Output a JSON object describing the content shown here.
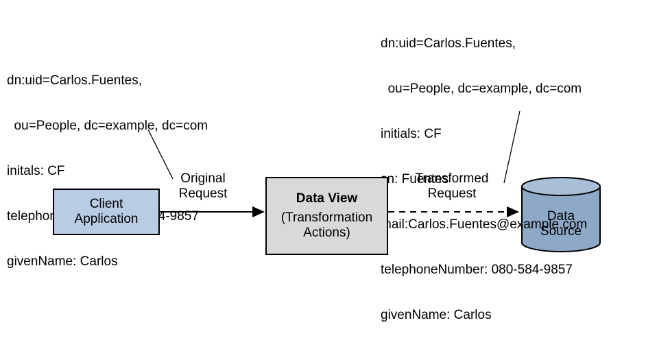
{
  "original_entry": {
    "lines": [
      "dn:uid=Carlos.Fuentes,",
      "  ou=People, dc=example, dc=com",
      "initals: CF",
      "telephoneNumber: 080-584-9857",
      "givenName: Carlos"
    ]
  },
  "transformed_entry": {
    "lines": [
      "dn:uid=Carlos.Fuentes,",
      "  ou=People, dc=example, dc=com",
      "initials: CF",
      "sn: Fuentes",
      "mail:Carlos.Fuentes@example.com",
      "telephoneNumber: 080-584-9857",
      "givenName: Carlos"
    ]
  },
  "client_application": {
    "line1": "Client",
    "line2": "Application"
  },
  "data_view": {
    "title": "Data View",
    "line1": "(Transformation",
    "line2": "Actions)"
  },
  "data_source": {
    "line1": "Data",
    "line2": "Source"
  },
  "original_request": {
    "line1": "Original",
    "line2": "Request"
  },
  "transformed_request": {
    "line1": "Transformed",
    "line2": "Request"
  },
  "colors": {
    "client_fill": "#b8cce4",
    "dataview_fill": "#d9d9d9",
    "cylinder_fill": "#8ea9c8",
    "cylinder_top": "#a9bfd8",
    "stroke": "#000000"
  }
}
